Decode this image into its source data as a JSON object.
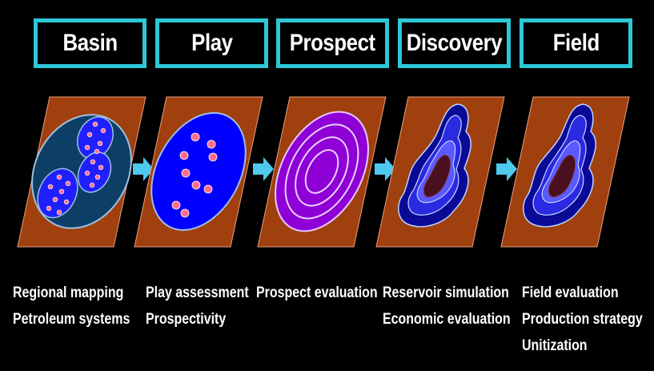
{
  "stages": [
    {
      "title": "Basin",
      "lines": [
        "Regional mapping",
        "Petroleum systems"
      ]
    },
    {
      "title": "Play",
      "lines": [
        "Play assessment",
        "Prospectivity"
      ]
    },
    {
      "title": "Prospect",
      "lines": [
        "Prospect evaluation"
      ]
    },
    {
      "title": "Discovery",
      "lines": [
        "Reservoir simulation",
        "Economic evaluation"
      ]
    },
    {
      "title": "Field",
      "lines": [
        "Field evaluation",
        "Production strategy",
        "Unitization"
      ]
    }
  ],
  "colors": {
    "background": "#000000",
    "box_border": "#2ec7d6",
    "panel": "#a0400e",
    "arrow": "#4fc8ee",
    "basin_fill": "#0c3e66",
    "play_fill": "#0000ff",
    "dot": "#ff6f8c",
    "prospect_fill": "#8f00d6"
  }
}
